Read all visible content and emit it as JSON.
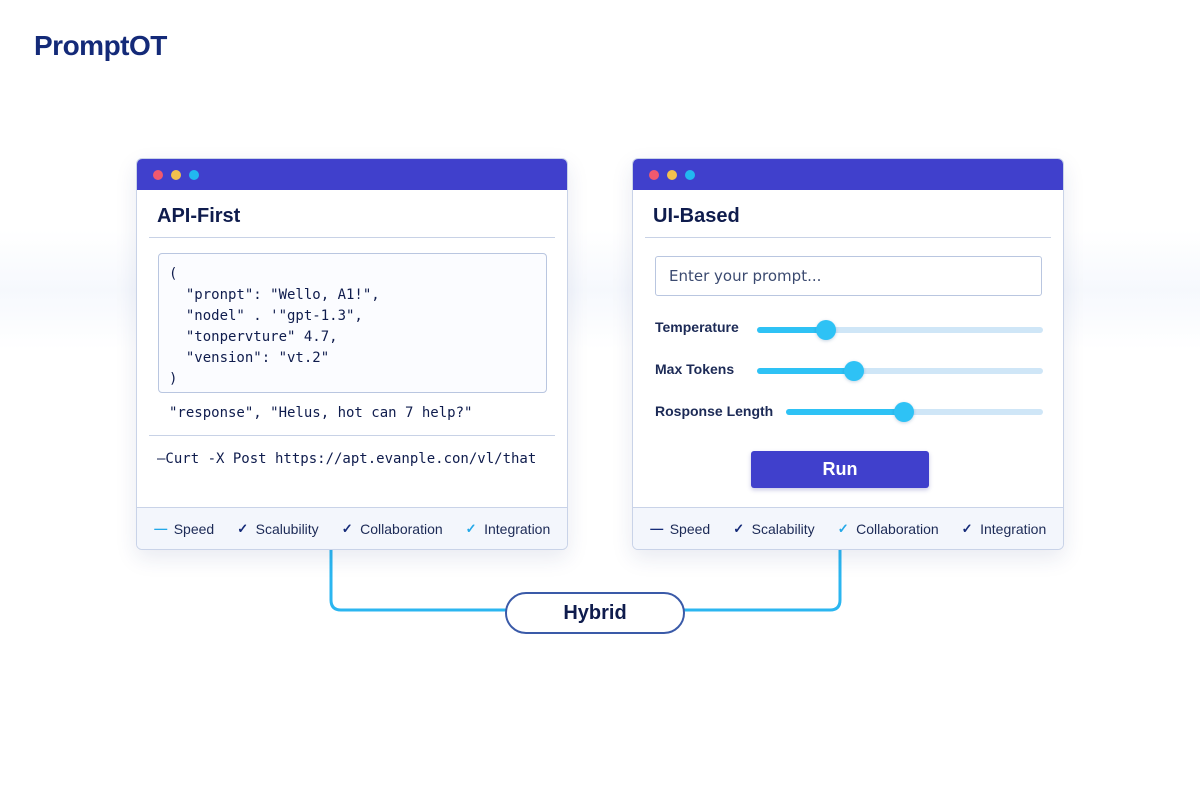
{
  "brand": {
    "name": "PromptOT"
  },
  "colors": {
    "titlebar": "#4040cc",
    "dot_red": "#f0596e",
    "dot_yellow": "#f2c14e",
    "dot_cyan": "#22b8f0",
    "accent": "#2ec2f5",
    "connector": "#2bb6f0"
  },
  "api_panel": {
    "title": "API-First",
    "code_lines": [
      "(",
      "  \"pronpt\": \"Wello, A1!\",",
      "  \"nodel\" . '\"gpt-1.3\",",
      "  \"tonpervture\" 4.7,",
      "  \"vension\": \"vt.2\"",
      ")"
    ],
    "response": "\"response\", \"Helus, hot can 7 help?\"",
    "curl": "—Curt -X Post https://apt.evanple.con/vl/that",
    "features": [
      {
        "label": "Speed",
        "icon": "dash-icon"
      },
      {
        "label": "Scalubility",
        "icon": "check-icon"
      },
      {
        "label": "Collaboration",
        "icon": "check-icon"
      },
      {
        "label": "Integration",
        "icon": "check-icon"
      }
    ]
  },
  "ui_panel": {
    "title": "UI-Based",
    "prompt_placeholder": "Enter your prompt...",
    "sliders": [
      {
        "label": "Temperature",
        "value": 0.24
      },
      {
        "label": "Max Tokens",
        "value": 0.34
      },
      {
        "label": "Rosponse Length",
        "value": 0.46
      }
    ],
    "run_label": "Run",
    "features": [
      {
        "label": "Speed",
        "icon": "dash-icon"
      },
      {
        "label": "Scalability",
        "icon": "check-icon"
      },
      {
        "label": "Collaboration",
        "icon": "check-icon"
      },
      {
        "label": "Integration",
        "icon": "check-icon"
      }
    ]
  },
  "hybrid": {
    "label": "Hybrid"
  }
}
